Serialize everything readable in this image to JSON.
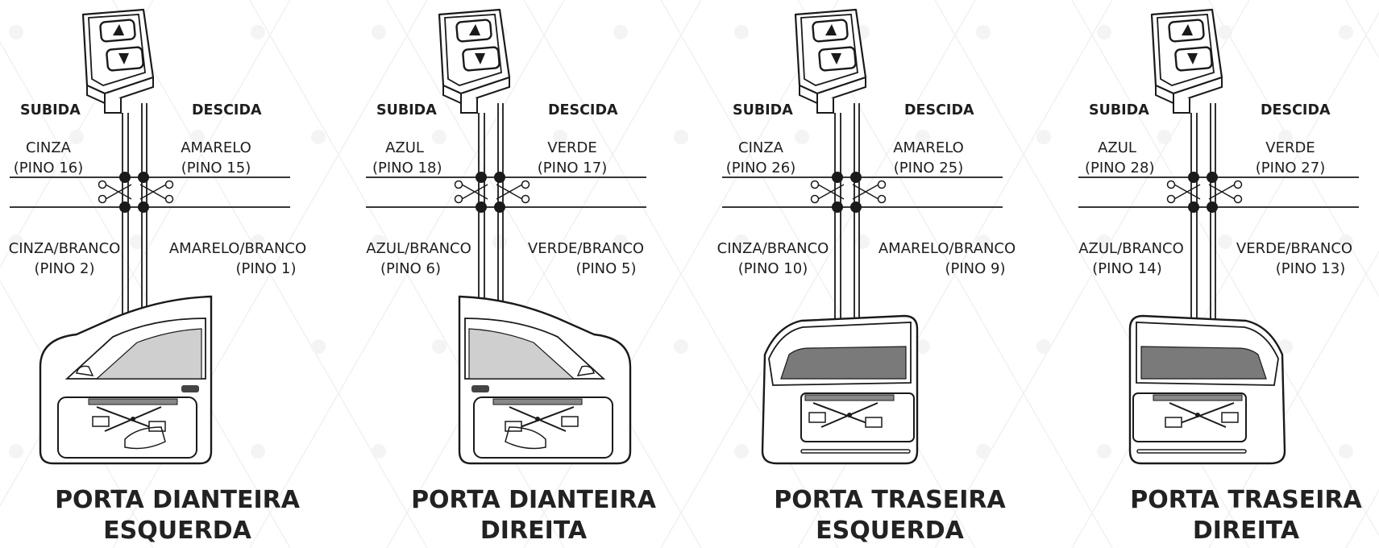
{
  "panels": [
    {
      "subida": "SUBIDA",
      "descida": "DESCIDA",
      "left_top": {
        "color": "CINZA",
        "pin": "(PINO 16)"
      },
      "right_top": {
        "color": "AMARELO",
        "pin": "(PINO 15)"
      },
      "left_bottom": {
        "color": "CINZA/BRANCO",
        "pin": "(PINO 2)"
      },
      "right_bottom": {
        "color": "AMARELO/BRANCO",
        "pin": "(PINO 1)"
      },
      "title_line1": "PORTA DIANTEIRA",
      "title_line2": "ESQUERDA",
      "door": "front-left"
    },
    {
      "subida": "SUBIDA",
      "descida": "DESCIDA",
      "left_top": {
        "color": "AZUL",
        "pin": "(PINO 18)"
      },
      "right_top": {
        "color": "VERDE",
        "pin": "(PINO 17)"
      },
      "left_bottom": {
        "color": "AZUL/BRANCO",
        "pin": "(PINO 6)"
      },
      "right_bottom": {
        "color": "VERDE/BRANCO",
        "pin": "(PINO 5)"
      },
      "title_line1": "PORTA DIANTEIRA",
      "title_line2": "DIREITA",
      "door": "front-right"
    },
    {
      "subida": "SUBIDA",
      "descida": "DESCIDA",
      "left_top": {
        "color": "CINZA",
        "pin": "(PINO 26)"
      },
      "right_top": {
        "color": "AMARELO",
        "pin": "(PINO 25)"
      },
      "left_bottom": {
        "color": "CINZA/BRANCO",
        "pin": "(PINO 10)"
      },
      "right_bottom": {
        "color": "AMARELO/BRANCO",
        "pin": "(PINO 9)"
      },
      "title_line1": "PORTA TRASEIRA",
      "title_line2": "ESQUERDA",
      "door": "rear-left"
    },
    {
      "subida": "SUBIDA",
      "descida": "DESCIDA",
      "left_top": {
        "color": "AZUL",
        "pin": "(PINO 28)"
      },
      "right_top": {
        "color": "VERDE",
        "pin": "(PINO 27)"
      },
      "left_bottom": {
        "color": "AZUL/BRANCO",
        "pin": "(PINO 14)"
      },
      "right_bottom": {
        "color": "VERDE/BRANCO",
        "pin": "(PINO 13)"
      },
      "title_line1": "PORTA TRASEIRA",
      "title_line2": "DIREITA",
      "door": "rear-right"
    }
  ],
  "colors": {
    "line": "#1a1a1a",
    "glass": "#cfcfcf",
    "dark_glass": "#7a7a7a",
    "bg_pattern": "#f1f1f1"
  }
}
